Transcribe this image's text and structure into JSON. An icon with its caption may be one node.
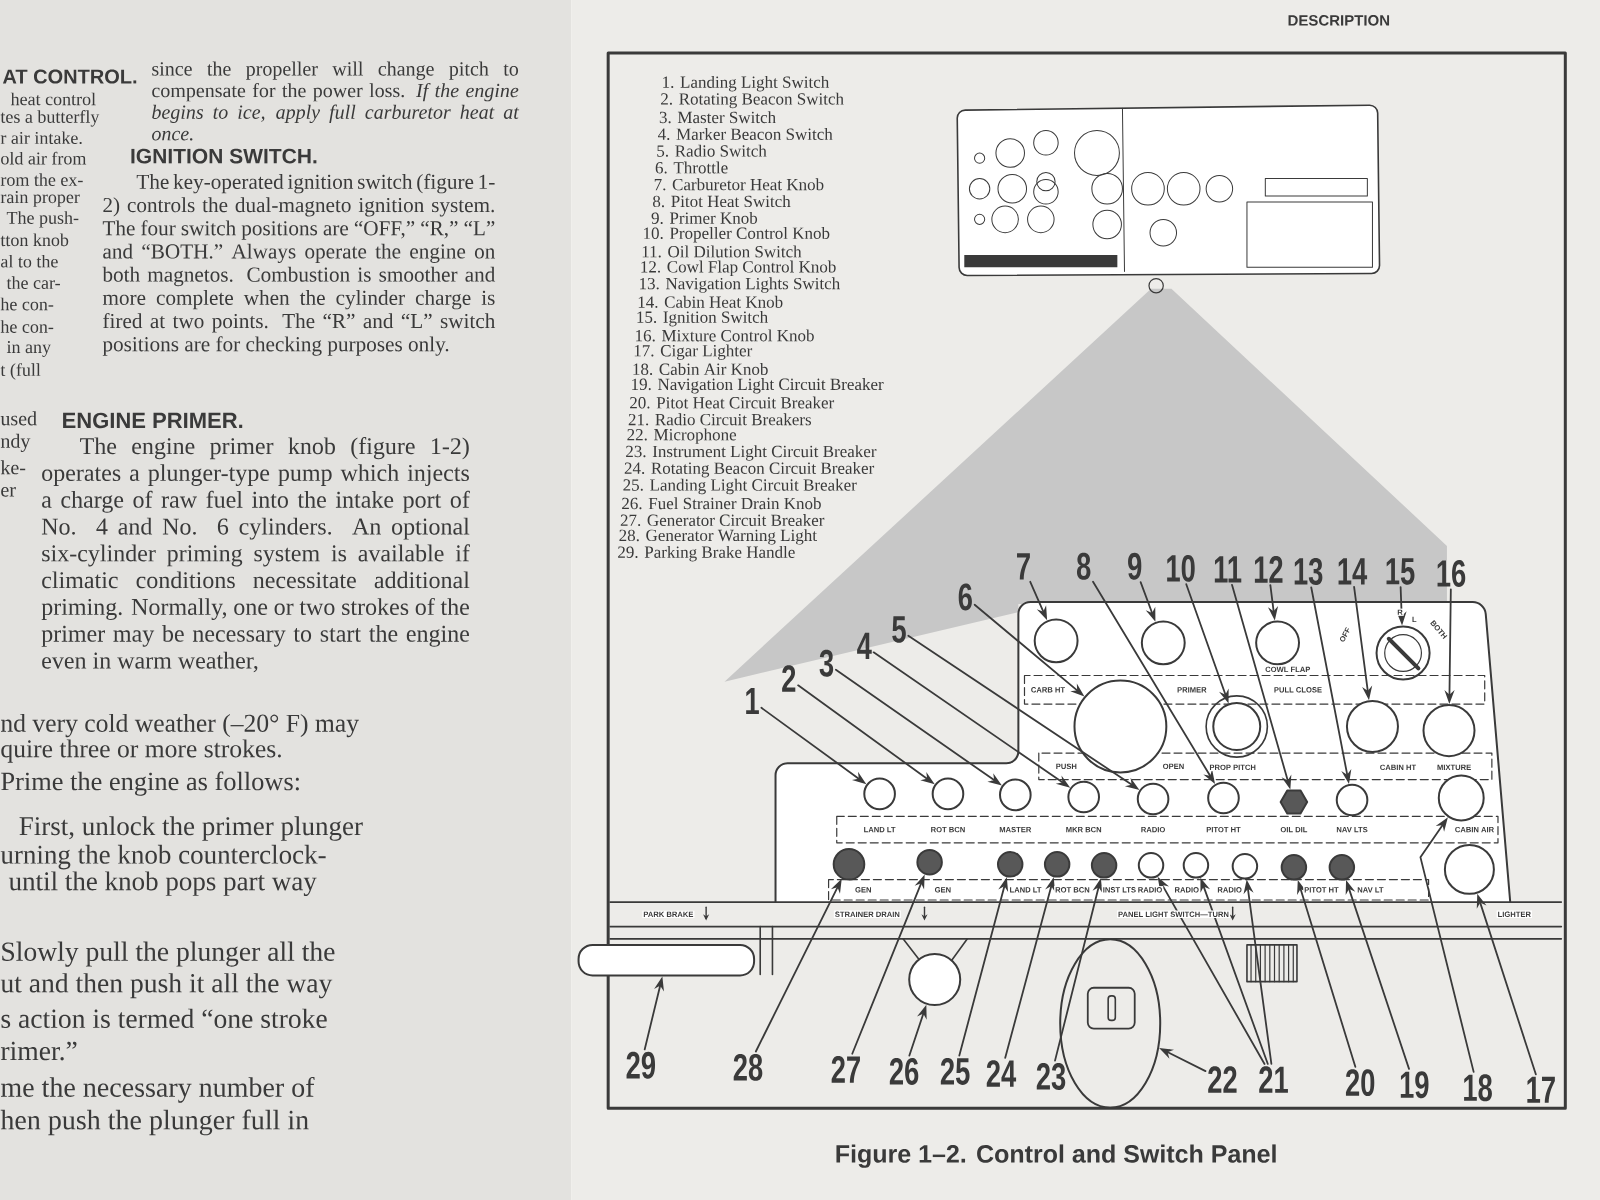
{
  "diagram": {
    "caption": "Figure 1–2. Control and Switch Panel",
    "nodes": [
      {
        "text": [
          "1"
        ]
      },
      {
        "text": [
          "2"
        ]
      },
      {
        "text": [
          "3"
        ]
      },
      {
        "text": [
          "4"
        ]
      },
      {
        "text": [
          "5"
        ]
      },
      {
        "text": [
          "6"
        ]
      },
      {
        "text": [
          "7"
        ]
      },
      {
        "text": [
          "8"
        ]
      },
      {
        "text": [
          "9"
        ]
      },
      {
        "text": [
          "10"
        ]
      },
      {
        "text": [
          "11"
        ]
      },
      {
        "text": [
          "12"
        ]
      },
      {
        "text": [
          "13"
        ]
      },
      {
        "text": [
          "14"
        ]
      },
      {
        "text": [
          "15"
        ]
      },
      {
        "text": [
          "16"
        ]
      },
      {
        "text": [
          "17"
        ]
      },
      {
        "text": [
          "18"
        ]
      },
      {
        "text": [
          "19"
        ]
      },
      {
        "text": [
          "20"
        ]
      },
      {
        "text": [
          "21"
        ]
      },
      {
        "text": [
          "22"
        ]
      },
      {
        "text": [
          "23"
        ]
      },
      {
        "text": [
          "24"
        ]
      },
      {
        "text": [
          "25"
        ]
      },
      {
        "text": [
          "26"
        ]
      },
      {
        "text": [
          "27"
        ]
      },
      {
        "text": [
          "28"
        ]
      },
      {
        "text": [
          "29"
        ]
      },
      {
        "text": [],
        "shape": "circle"
      },
      {
        "text": [],
        "shape": "circle"
      },
      {
        "text": [],
        "shape": "circle"
      },
      {
        "text": [],
        "shape": "circle"
      },
      {
        "text": [],
        "shape": "circle"
      },
      {
        "text": [],
        "shape": "circle"
      },
      {
        "text": [],
        "shape": "circle"
      },
      {
        "text": [],
        "shape": "circle"
      },
      {
        "text": [],
        "shape": "circle"
      },
      {
        "text": [],
        "shape": "circle"
      },
      {
        "text": [],
        "shape": "hexagon"
      },
      {
        "text": [],
        "shape": "circle"
      },
      {
        "text": [],
        "shape": "circle"
      },
      {
        "text": [],
        "shape": "circle"
      },
      {
        "text": [],
        "shape": "circle"
      },
      {
        "text": [],
        "shape": "circle"
      },
      {
        "text": [],
        "shape": "circle"
      },
      {
        "text": [],
        "shape": "circle"
      },
      {
        "text": [],
        "shape": "circle"
      },
      {
        "text": [],
        "shape": "circle"
      },
      {
        "text": [],
        "shape": "circle"
      },
      {
        "text": [],
        "shape": "circle"
      },
      {
        "text": [],
        "shape": "circle"
      },
      {
        "text": [],
        "shape": "ellipse"
      },
      {
        "text": [],
        "shape": "circle"
      },
      {
        "text": [],
        "shape": "circle"
      },
      {
        "text": [],
        "shape": "circle"
      },
      {
        "text": [],
        "shape": "circle"
      },
      {
        "text": [],
        "shape": "circle"
      },
      {
        "text": [],
        "shape": "circle"
      },
      {
        "text": [],
        "shape": "bar"
      }
    ],
    "edges": [
      {
        "from": 0,
        "to": 29,
        "arrow": "to"
      },
      {
        "from": 1,
        "to": 30,
        "arrow": "to"
      },
      {
        "from": 2,
        "to": 31,
        "arrow": "to"
      },
      {
        "from": 3,
        "to": 32,
        "arrow": "to"
      },
      {
        "from": 4,
        "to": 33,
        "arrow": "to"
      },
      {
        "from": 5,
        "to": 34,
        "arrow": "to"
      },
      {
        "from": 6,
        "to": 35,
        "arrow": "to"
      },
      {
        "from": 7,
        "to": 36,
        "arrow": "to"
      },
      {
        "from": 8,
        "to": 37,
        "arrow": "to"
      },
      {
        "from": 9,
        "to": 38,
        "arrow": "to"
      },
      {
        "from": 10,
        "to": 39,
        "arrow": "to"
      },
      {
        "from": 11,
        "to": 40,
        "arrow": "to"
      },
      {
        "from": 12,
        "to": 41,
        "arrow": "to"
      },
      {
        "from": 13,
        "to": 42,
        "arrow": "to"
      },
      {
        "from": 14,
        "to": 43,
        "arrow": "to"
      },
      {
        "from": 15,
        "to": 44,
        "arrow": "to"
      },
      {
        "from": 16,
        "to": 45,
        "arrow": "to"
      },
      {
        "from": 17,
        "to": 46,
        "arrow": "to"
      },
      {
        "from": 18,
        "to": 47,
        "arrow": "to"
      },
      {
        "from": 19,
        "to": 48,
        "arrow": "to"
      },
      {
        "from": 20,
        "to": 49,
        "arrow": "to"
      },
      {
        "from": 20,
        "to": 50,
        "arrow": "to"
      },
      {
        "from": 20,
        "to": 51,
        "arrow": "to"
      },
      {
        "from": 21,
        "to": 52,
        "arrow": "to"
      },
      {
        "from": 22,
        "to": 53,
        "arrow": "to"
      },
      {
        "from": 23,
        "to": 54,
        "arrow": "to"
      },
      {
        "from": 24,
        "to": 55,
        "arrow": "to"
      },
      {
        "from": 25,
        "to": 56,
        "arrow": "to"
      },
      {
        "from": 26,
        "to": 57,
        "arrow": "to"
      },
      {
        "from": 27,
        "to": 58,
        "arrow": "to"
      },
      {
        "from": 28,
        "to": 59,
        "arrow": "to"
      }
    ],
    "labels": [
      "DESCRIPTION",
      "AT CONTROL.",
      "heat control",
      "tes a butterfly",
      "r air intake.",
      "old air from",
      "rom the ex-",
      "rain proper",
      "The push-",
      "tton knob",
      "al to the",
      "the car-",
      "he con-",
      "he con-",
      "in any",
      "t (full",
      "used",
      "ndy",
      "ke-",
      "er",
      "since the propeller will change pitch to compensate for the power loss. *If the engine begins to ice, apply full carburetor heat at once.*",
      "IGNITION SWITCH.",
      "The key-operated ignition switch (figure 1-2) controls the dual-magneto ignition system. The four switch positions are “OFF,” “R,” “L” and “BOTH.” Always operate the engine on both magnetos. Combustion is smoother and more complete when the cylinder charge is fired at two points. The “R” and “L” switch positions are for checking purposes only.",
      "ENGINE PRIMER.",
      "The engine primer knob (figure 1-2) operates a plunger-type pump which injects a charge of raw fuel into the intake port of No. 4 and No. 6 cylinders. An optional six-cylinder priming system is available if climatic conditions necessitate additional priming. Normally, one or two strokes of the primer may be necessary to start the engine even in warm weather,",
      "nd very cold weather (–20° F) may",
      "quire three or more strokes.",
      "Prime the engine as follows:",
      "First, unlock the primer plunger",
      "urning the knob counterclock-",
      "until the knob pops part way",
      "Slowly pull the plunger all the",
      "ut and then push it all the way",
      "s action is termed “one stroke",
      "rimer.”",
      "me the necessary number of",
      "hen push the plunger full in",
      "1. Landing Light Switch",
      "2. Rotating Beacon Switch",
      "3. Master Switch",
      "4. Marker Beacon Switch",
      "5. Radio Switch",
      "6. Throttle",
      "7. Carburetor Heat Knob",
      "8. Pitot Heat Switch",
      "9. Primer Knob",
      "10. Propeller Control Knob",
      "11. Oil Dilution Switch",
      "12. Cowl Flap Control Knob",
      "13. Navigation Lights Switch",
      "14. Cabin Heat Knob",
      "15. Ignition Switch",
      "16. Mixture Control Knob",
      "17. Cigar Lighter",
      "18. Cabin Air Knob",
      "19. Navigation Light Circuit Breaker",
      "20. Pitot Heat Circuit Breaker",
      "21. Radio Circuit Breakers",
      "22. Microphone",
      "23. Instrument Light Circuit Breaker",
      "24. Rotating Beacon Circuit Breaker",
      "25. Landing Light Circuit Breaker",
      "26. Fuel Strainer Drain Knob",
      "27. Generator Circuit Breaker",
      "28. Generator Warning Light",
      "29. Parking Brake Handle",
      "OFF",
      "R",
      "L",
      "BOTH",
      "CARB HT",
      "PRIMER",
      "COWL FLAP",
      "PULL CLOSE",
      "PUSH",
      "OPEN",
      "PROP PITCH",
      "CABIN HT",
      "MIXTURE",
      "LAND LT",
      "ROT BCN",
      "MASTER",
      "MKR BCN",
      "RADIO",
      "PITOT HT",
      "OIL DIL",
      "NAV LTS",
      "CABIN AIR",
      "GEN",
      "GEN",
      "LAND LT",
      "ROT BCN",
      "INST LTS",
      "RADIO",
      "RADIO",
      "RADIO",
      "PITOT HT",
      "NAV LT",
      "PARK BRAKE",
      "STRAINER DRAIN",
      "PANEL LIGHT SWITCH—TURN",
      "LIGHTER"
    ]
  }
}
